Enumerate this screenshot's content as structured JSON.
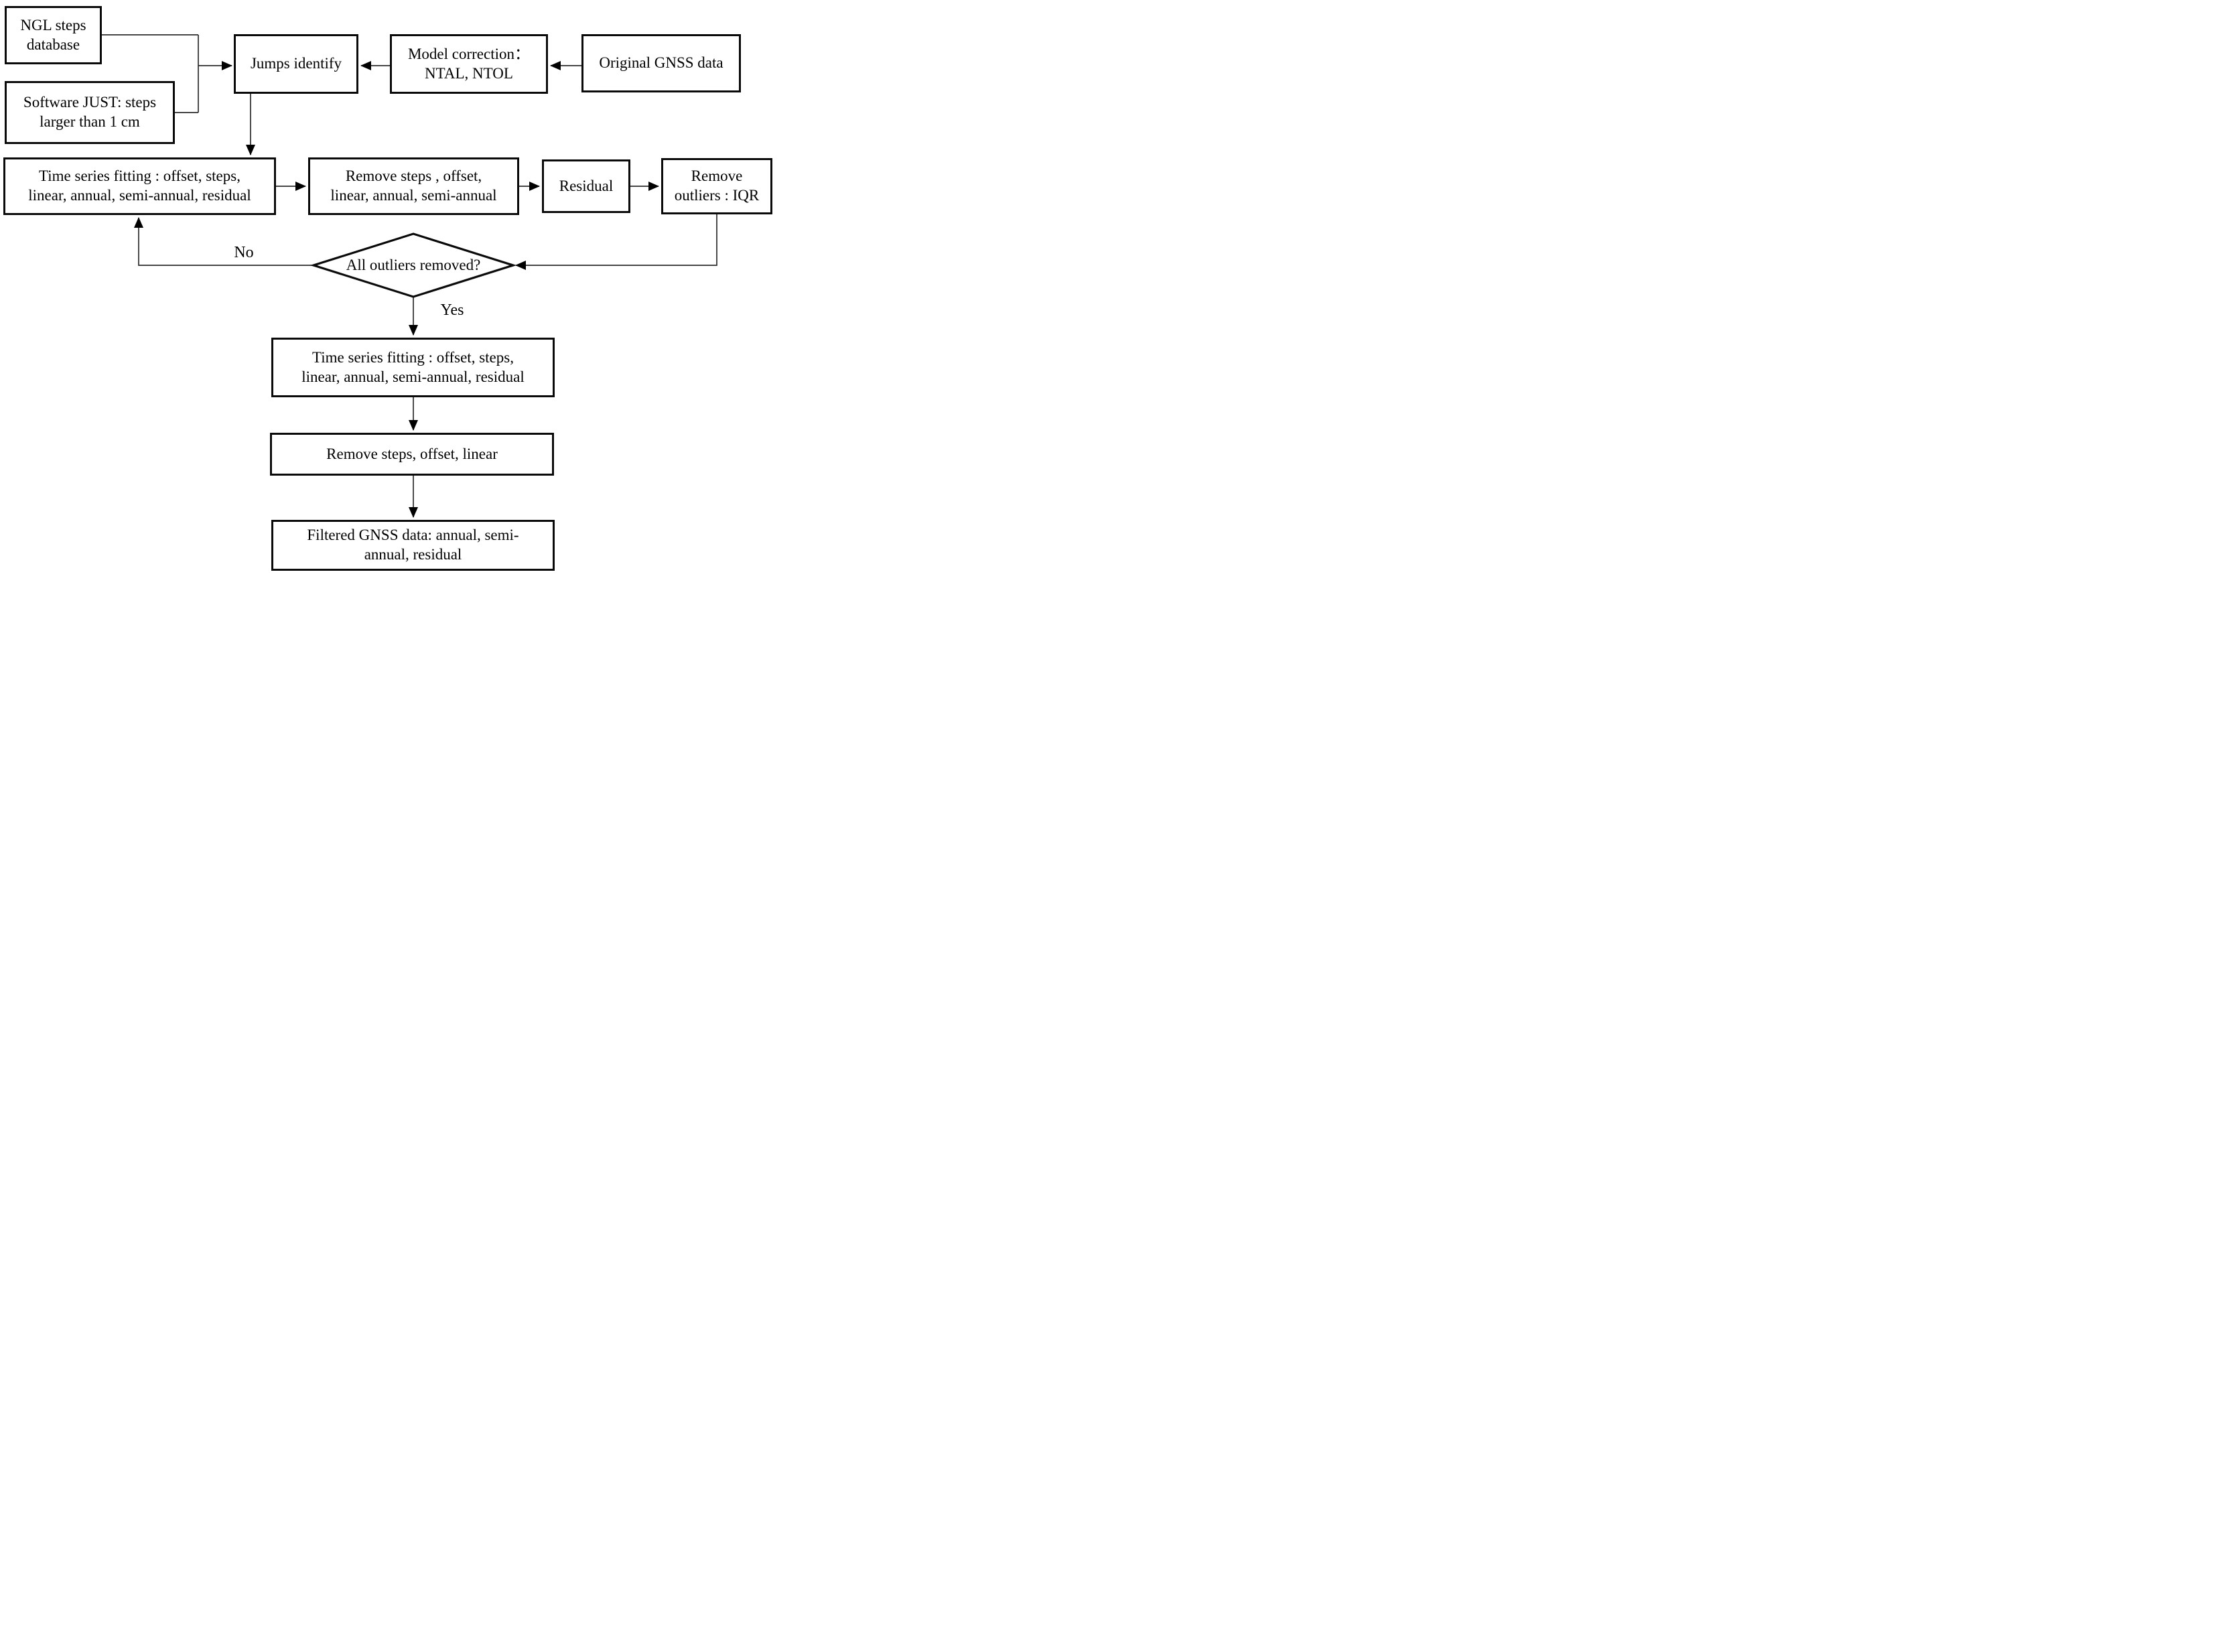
{
  "nodes": {
    "ngl_steps_database": {
      "lines": [
        "NGL steps",
        "database"
      ]
    },
    "software_just": {
      "lines": [
        "Software JUST: steps",
        "larger than 1 cm"
      ]
    },
    "jumps_identify": {
      "lines": [
        "Jumps identify"
      ]
    },
    "model_correction": {
      "lines": [
        "Model correction：",
        "NTAL, NTOL"
      ]
    },
    "original_gnss_data": {
      "lines": [
        "Original  GNSS data"
      ]
    },
    "time_series_fitting_1": {
      "lines": [
        "Time series fitting : offset, steps,",
        "linear,  annual,  semi-annual,  residual"
      ]
    },
    "remove_fitted_components": {
      "lines": [
        "Remove steps , offset,",
        "linear,  annual,  semi-annual"
      ]
    },
    "residual": {
      "lines": [
        "Residual"
      ]
    },
    "remove_outliers_iqr": {
      "lines": [
        "Remove",
        "outliers : IQR"
      ]
    },
    "decision_all_outliers": {
      "lines": [
        "All outliers removed?"
      ]
    },
    "time_series_fitting_2": {
      "lines": [
        "Time series fitting : offset, steps,",
        "linear, annual, semi-annual, residual"
      ]
    },
    "remove_steps_offset_linear": {
      "lines": [
        "Remove steps, offset, linear"
      ]
    },
    "filtered_gnss_data": {
      "lines": [
        "Filtered GNSS data: annual, semi-",
        "annual, residual"
      ]
    }
  },
  "edge_labels": {
    "no": "No",
    "yes": "Yes"
  },
  "colors": {
    "box_border": "#0a0a0a",
    "box_fill": "#ffffff",
    "connector": "#2b2b2b",
    "arrowhead": "#000000",
    "background": "#ffffff"
  }
}
